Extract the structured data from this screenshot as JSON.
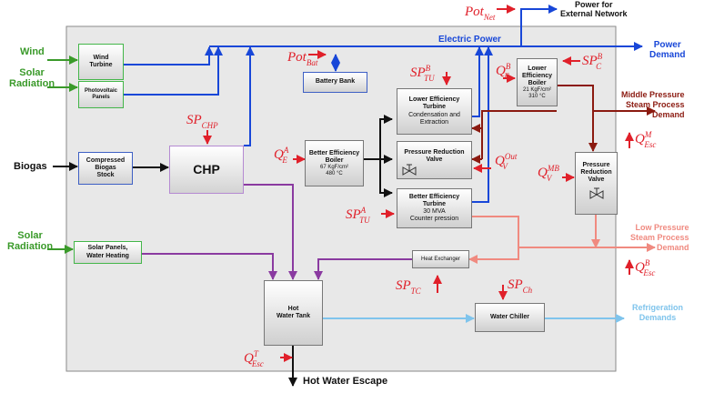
{
  "colors": {
    "electric": "#1847d8",
    "green_input": "#3a9a2a",
    "steam_mid": "#8b1a10",
    "steam_low": "#f08a80",
    "hot_water": "#8a3aa0",
    "refrigeration": "#7fc4ec",
    "control": "#e0202a",
    "panel_bg": "#e8e8e8"
  },
  "labels": {
    "wind": "Wind",
    "solar_radiation_top": "Solar\nRadiation",
    "biogas": "Biogas",
    "solar_radiation_bottom": "Solar\nRadiation",
    "electric_power": "Electric Power",
    "power_for_external_network": "Power for\nExternal Network",
    "power_demand": "Power\nDemand",
    "middle_pressure_demand": "Middle Pressure\nSteam Process\nDemand",
    "low_pressure_demand": "Low Pressure\nSteam Process\nDemand",
    "refrigeration_demands": "Refrigeration\nDemands",
    "hot_water_escape": "Hot Water Escape"
  },
  "boxes": {
    "wind_turbine": "Wind\nTurbine",
    "photovoltaic_panels": "Photovoltaic\nPanels",
    "battery_bank": "Battery Bank",
    "compressed_biogas": "Compressed\nBiogas\nStock",
    "chp": "CHP",
    "better_boiler_title": "Better Efficiency\nBoiler",
    "better_boiler_spec": "67 KgF/cm²\n480 °C",
    "lower_turbine_title": "Lower Efficiency\nTurbine",
    "lower_turbine_spec": "Condensation and\nExtraction",
    "pressure_reduction_valve": "Pressure Reduction\nValve",
    "better_turbine_title": "Better Efficiency\nTurbine",
    "better_turbine_spec": "30 MVA\nCounter pression",
    "lower_boiler_title": "Lower Efficiency\nBoiler",
    "lower_boiler_spec": "21 KgF/cm²\n310 °C",
    "pressure_reduction_valve_2": "Pressure\nReduction\nValve",
    "solar_panels_water": "Solar Panels,\nWater Heating",
    "heat_exchanger": "Heat Exchanger",
    "hot_water_tank": "Hot\nWater Tank",
    "water_chiller": "Water Chiller"
  },
  "symbols": {
    "pot_net": {
      "base": "Pot",
      "sub": "Net",
      "sup": ""
    },
    "pot_bat": {
      "base": "Pot",
      "sub": "Bat",
      "sup": ""
    },
    "sp_chp": {
      "base": "SP",
      "sub": "CHP",
      "sup": ""
    },
    "q_e_a": {
      "base": "Q",
      "sub": "E",
      "sup": "A"
    },
    "sp_tu_b": {
      "base": "SP",
      "sub": "TU",
      "sup": "B"
    },
    "q_e_b": {
      "base": "Q",
      "sub": "E",
      "sup": "B"
    },
    "sp_c_b": {
      "base": "SP",
      "sub": "C",
      "sup": "B"
    },
    "q_esc_m": {
      "base": "Q",
      "sub": "Esc",
      "sup": "M"
    },
    "q_v_out": {
      "base": "Q",
      "sub": "V",
      "sup": "Out"
    },
    "q_v_mb": {
      "base": "Q",
      "sub": "V",
      "sup": "MB"
    },
    "sp_tu_a": {
      "base": "SP",
      "sub": "TU",
      "sup": "A"
    },
    "q_esc_b": {
      "base": "Q",
      "sub": "Esc",
      "sup": "B"
    },
    "sp_tc": {
      "base": "SP",
      "sub": "TC",
      "sup": ""
    },
    "sp_ch": {
      "base": "SP",
      "sub": "Ch",
      "sup": ""
    },
    "q_esc_t": {
      "base": "Q",
      "sub": "Esc",
      "sup": "T"
    }
  }
}
